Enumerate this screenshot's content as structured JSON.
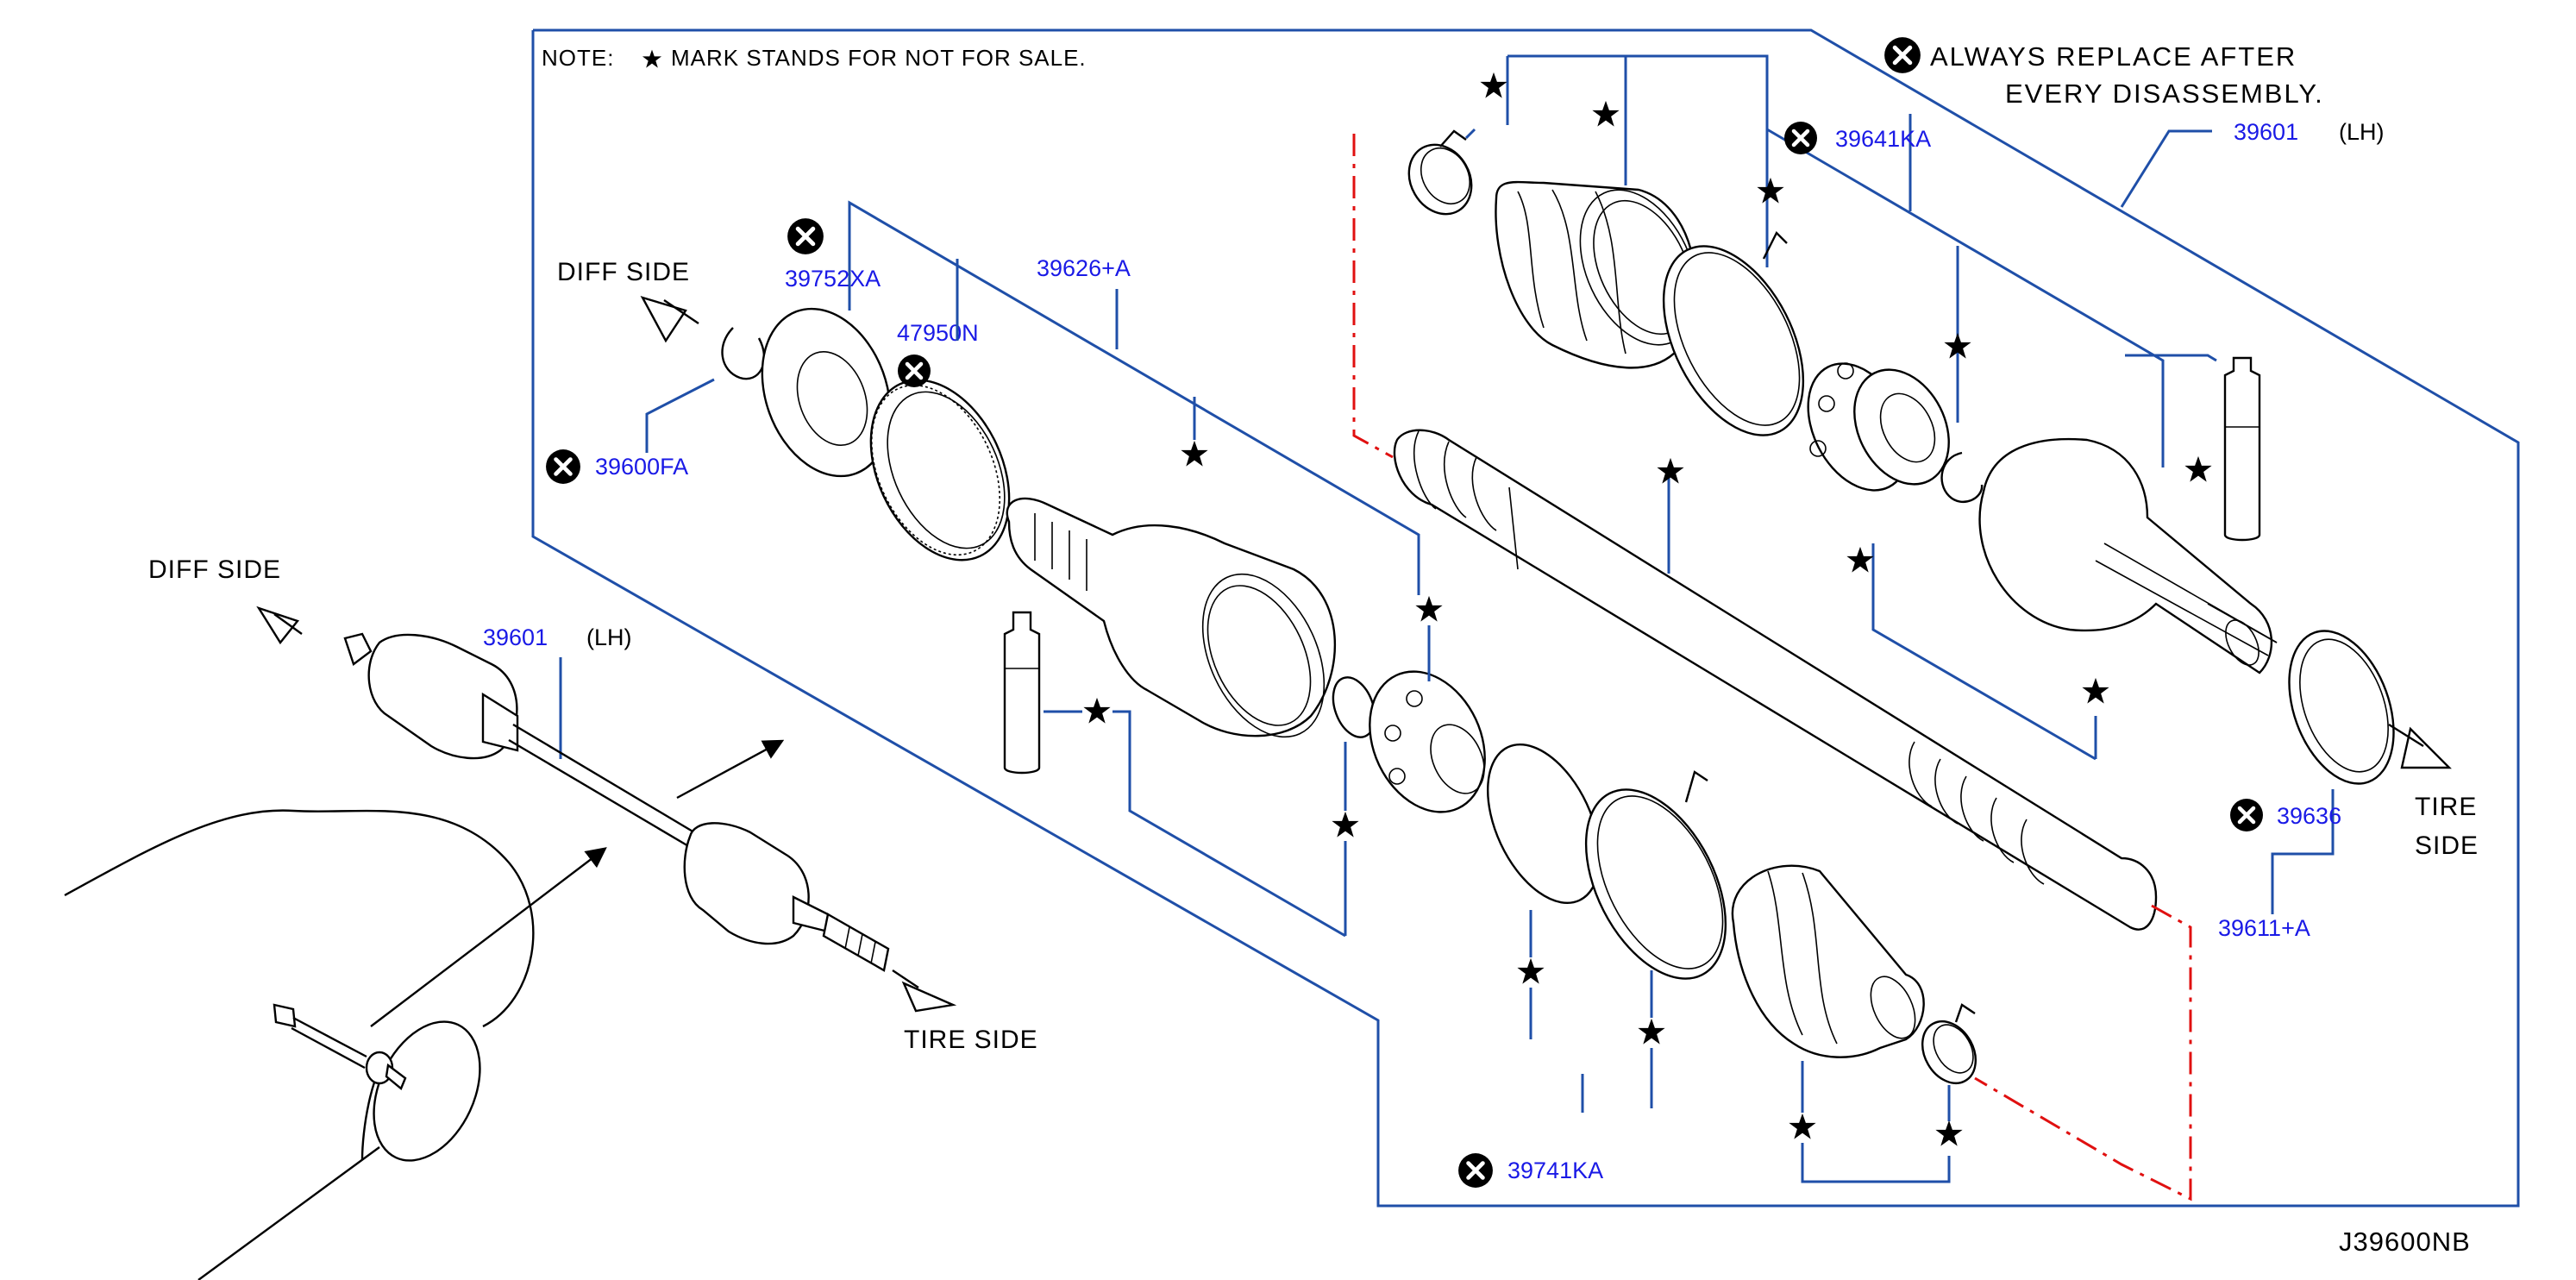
{
  "note": {
    "prefix": "NOTE:",
    "text": "MARK  STANDS  FOR  NOT  FOR  SALE."
  },
  "caution": {
    "line1": "ALWAYS  REPLACE  AFTER",
    "line2": "EVERY  DISASSEMBLY."
  },
  "sides": {
    "diff_main": "DIFF  SIDE",
    "diff_small": "DIFF  SIDE",
    "tire_main": "TIRE",
    "tire_main2": "SIDE",
    "tire_small": "TIRE  SIDE"
  },
  "parts": {
    "p39601_top": "39601",
    "p39601_top_side": "(LH)",
    "p39641KA": "39641KA",
    "p39752XA": "39752XA",
    "p39626A": "39626+A",
    "p47950N": "47950N",
    "p39600FA": "39600FA",
    "p39636": "39636",
    "p39611A": "39611+A",
    "p39741KA": "39741KA",
    "p39601_small": "39601",
    "p39601_small_side": "(LH)"
  },
  "figure_id": "J39600NB",
  "icons": [
    "star-icon",
    "replace-x-icon",
    "arrow-icon"
  ],
  "colors": {
    "part_number": "#1a1ae6",
    "leader": "#1f4fa8",
    "center_line": "#e01010"
  }
}
